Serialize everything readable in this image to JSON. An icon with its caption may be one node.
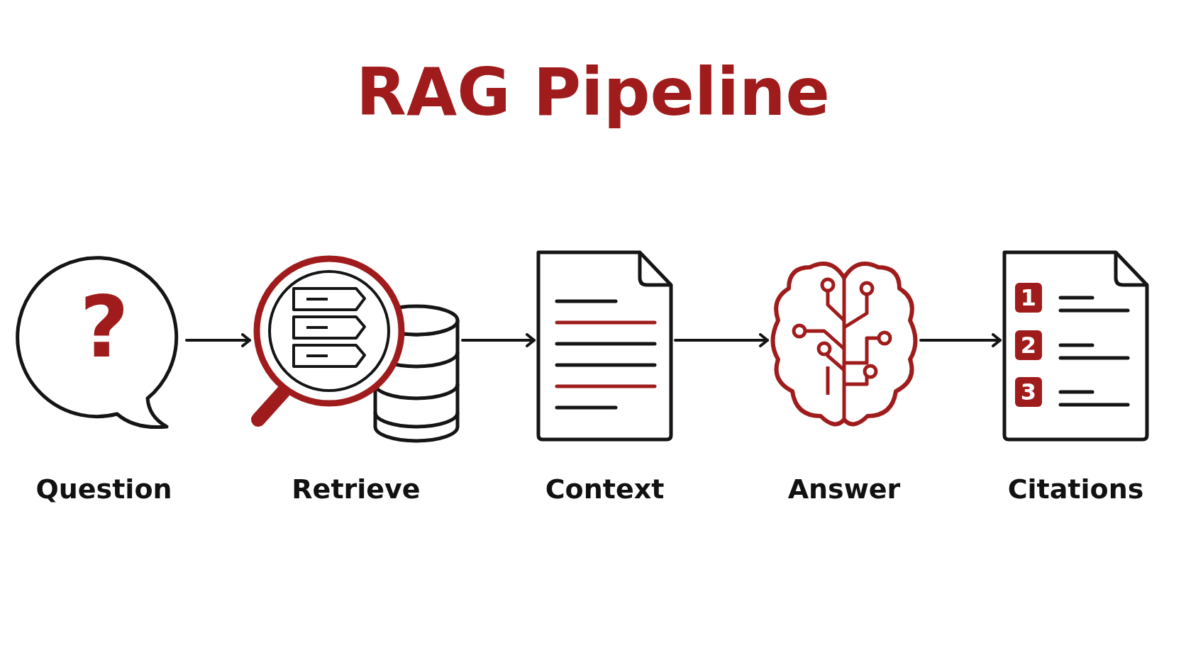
{
  "diagram": {
    "title": "RAG Pipeline",
    "nodes": [
      {
        "text": [
          "?",
          "Question"
        ]
      },
      {
        "text": [
          "Retrieve"
        ]
      },
      {
        "text": [
          "Context"
        ]
      },
      {
        "text": [
          "Answer"
        ]
      },
      {
        "text": [
          "1",
          "2",
          "3",
          "Citations"
        ]
      }
    ],
    "edges": [
      {
        "from": 0,
        "to": 1,
        "arrow": "to"
      },
      {
        "from": 1,
        "to": 2,
        "arrow": "to"
      },
      {
        "from": 2,
        "to": 3,
        "arrow": "to"
      },
      {
        "from": 3,
        "to": 4,
        "arrow": "to"
      }
    ]
  }
}
